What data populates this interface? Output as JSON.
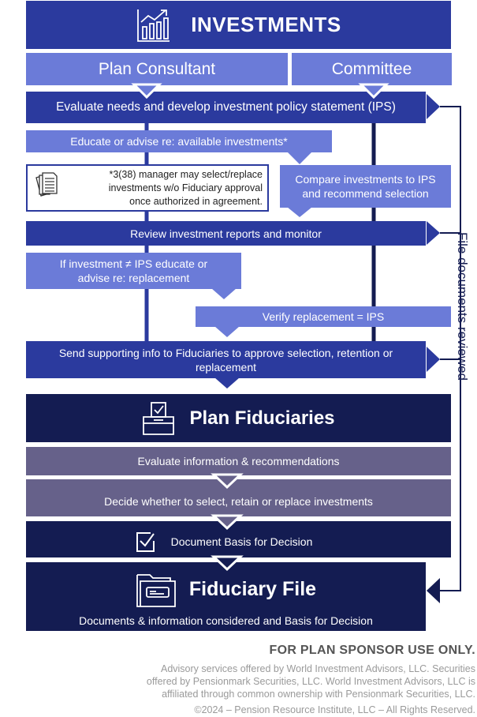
{
  "header": {
    "title": "INVESTMENTS",
    "icon": "chart-growth-icon"
  },
  "columns": {
    "consultant": "Plan Consultant",
    "committee": "Committee"
  },
  "steps": {
    "evaluate_ips": "Evaluate needs and develop investment policy statement (IPS)",
    "educate": "Educate or advise re: available investments*",
    "note": "*3(38) manager may select/replace investments w/o Fiduciary approval once authorized in agreement.",
    "compare": "Compare investments to IPS and recommend selection",
    "review": "Review investment reports and monitor",
    "if_not_ips": "If investment ≠ IPS educate or advise re: replacement",
    "verify": "Verify replacement = IPS",
    "send": "Send supporting info to Fiduciaries to approve selection, retention or replacement"
  },
  "fiduciaries": {
    "title": "Plan Fiduciaries",
    "icon": "ballot-box-icon",
    "evaluate": "Evaluate information & recommendations",
    "decide": "Decide whether to select, retain or replace investments",
    "document": "Document Basis for Decision",
    "document_icon": "checkbox-icon"
  },
  "file": {
    "title": "Fiduciary File",
    "subtitle": "Documents & information considered and Basis for Decision",
    "icon": "folder-icon"
  },
  "loop_label": "File documents reviewed",
  "footer": {
    "notice": "FOR PLAN SPONSOR USE ONLY.",
    "disclosure_1": "Advisory services offered by World Investment Advisors, LLC. Securities",
    "disclosure_2": "offered by Pensionmark Securities, LLC. World Investment Advisors, LLC is",
    "disclosure_3": "affiliated through common ownership with Pensionmark Securities, LLC.",
    "copyright": "©2024 – Pension Resource Institute, LLC – All Rights Reserved."
  },
  "colors": {
    "dark_blue": "#2b3a9e",
    "light_blue": "#6b7bd8",
    "navy": "#141c52",
    "purple": "#66618a"
  }
}
